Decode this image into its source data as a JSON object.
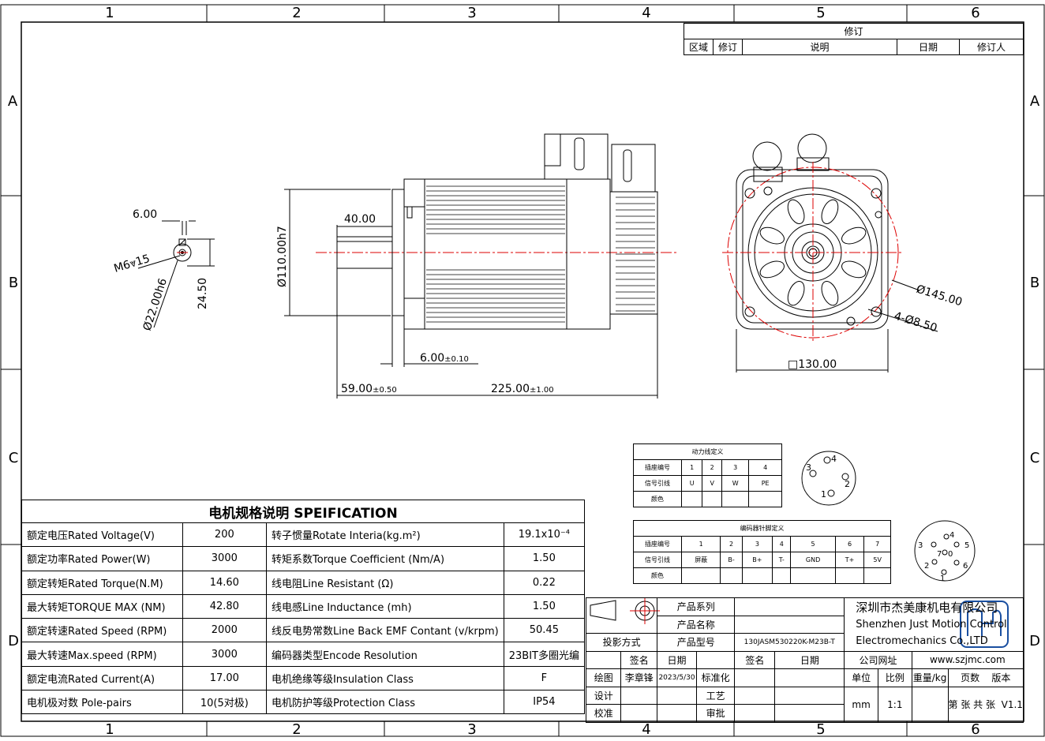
{
  "frame": {
    "columns": [
      "1",
      "2",
      "3",
      "4",
      "5",
      "6"
    ],
    "rows": [
      "A",
      "B",
      "C",
      "D"
    ]
  },
  "revision": {
    "title": "修订",
    "headers": [
      "区域",
      "修订",
      "说明",
      "日期",
      "修订人"
    ]
  },
  "dimensions": {
    "tap_depth": "6.00",
    "thread": "M6⩔15",
    "shaft_dia": "Ø22.00h6",
    "key_height": "24.50",
    "key_length": "40.00",
    "pilot_dia": "Ø110.00h7",
    "pilot_depth_value": "6.00",
    "pilot_depth_tol": "±0.10",
    "shaft_len_value": "59.00",
    "shaft_len_tol": "±0.50",
    "body_len_value": "225.00",
    "body_len_tol": "±1.00",
    "pcd": "Ø145.00",
    "holes": "4-Ø8.50",
    "flange": "□130.00"
  },
  "power_connector": {
    "title": "动力线定义",
    "row_labels": [
      "插座编号",
      "信号引线",
      "颜色"
    ],
    "pins": [
      "1",
      "2",
      "3",
      "4"
    ],
    "signals": [
      "U",
      "V",
      "W",
      "PE"
    ],
    "pin_labels": [
      "4",
      "3",
      "2",
      "1"
    ]
  },
  "encoder_connector": {
    "title": "编码器针脚定义",
    "row_labels": [
      "插座编号",
      "信号引线",
      "颜色"
    ],
    "pins": [
      "1",
      "2",
      "3",
      "4",
      "5",
      "6",
      "7"
    ],
    "signals": [
      "屏蔽",
      "B-",
      "B+",
      "T-",
      "GND",
      "T+",
      "5V"
    ],
    "pin_labels": [
      "4",
      "3",
      "5",
      "7",
      "0",
      "2",
      "6",
      "1"
    ]
  },
  "spec": {
    "title": "电机规格说明 SPEIFICATION",
    "rows": [
      {
        "l1": "额定电压Rated Voltage(V)",
        "v1": "200",
        "l2": "转子惯量Rotate Interia(kg.m²)",
        "v2": "19.1x10⁻⁴"
      },
      {
        "l1": "额定功率Rated Power(W)",
        "v1": "3000",
        "l2": "转矩系数Torque Coefficient (Nm/A)",
        "v2": "1.50"
      },
      {
        "l1": "额定转矩Rated Torque(N.M)",
        "v1": "14.60",
        "l2": "线电阻Line Resistant (Ω)",
        "v2": "0.22"
      },
      {
        "l1": "最大转矩TORQUE MAX (NM)",
        "v1": "42.80",
        "l2": "线电感Line Inductance (mh)",
        "v2": "1.50"
      },
      {
        "l1": "额定转速Rated Speed (RPM)",
        "v1": "2000",
        "l2": "线反电势常数Line Back EMF Contant (v/krpm)",
        "v2": "50.45"
      },
      {
        "l1": "最大转速Max.speed (RPM)",
        "v1": "3000",
        "l2": "编码器类型Encode Resolution",
        "v2": "23BIT多圈光编"
      },
      {
        "l1": "额定电流Rated Current(A)",
        "v1": "17.00",
        "l2": "电机绝缘等级Insulation Class",
        "v2": "F"
      },
      {
        "l1": "电机极对数 Pole-pairs",
        "v1": "10(5对极)",
        "l2": "电机防护等级Protection Class",
        "v2": "IP54"
      }
    ]
  },
  "title_block": {
    "product_series": "产品系列",
    "product_name": "产品名称",
    "projection": "投影方式",
    "product_model_label": "产品型号",
    "product_model": "130JASM530220K-M23B-T",
    "sign": "签名",
    "date": "日期",
    "sign2": "签名",
    "date2": "日期",
    "drawn": "绘图",
    "drawer": "李章锋",
    "drawn_date": "2023/5/30",
    "standard": "标准化",
    "design": "设计",
    "process": "工艺",
    "check": "校准",
    "approve": "审批",
    "company_cn": "深圳市杰美康机电有限公司",
    "company_en1": "Shenzhen Just Motion Control",
    "company_en2": "Electromechanics Co.,LTD",
    "website_label": "公司网址",
    "website": "www.szjmc.com",
    "unit_label": "单位",
    "ratio_label": "比例",
    "weight_label": "重量/kg",
    "pages_label": "页数",
    "version_label": "版本",
    "unit": "mm",
    "ratio": "1:1",
    "sheet": "第 张 共 张",
    "version": "V1.1"
  }
}
